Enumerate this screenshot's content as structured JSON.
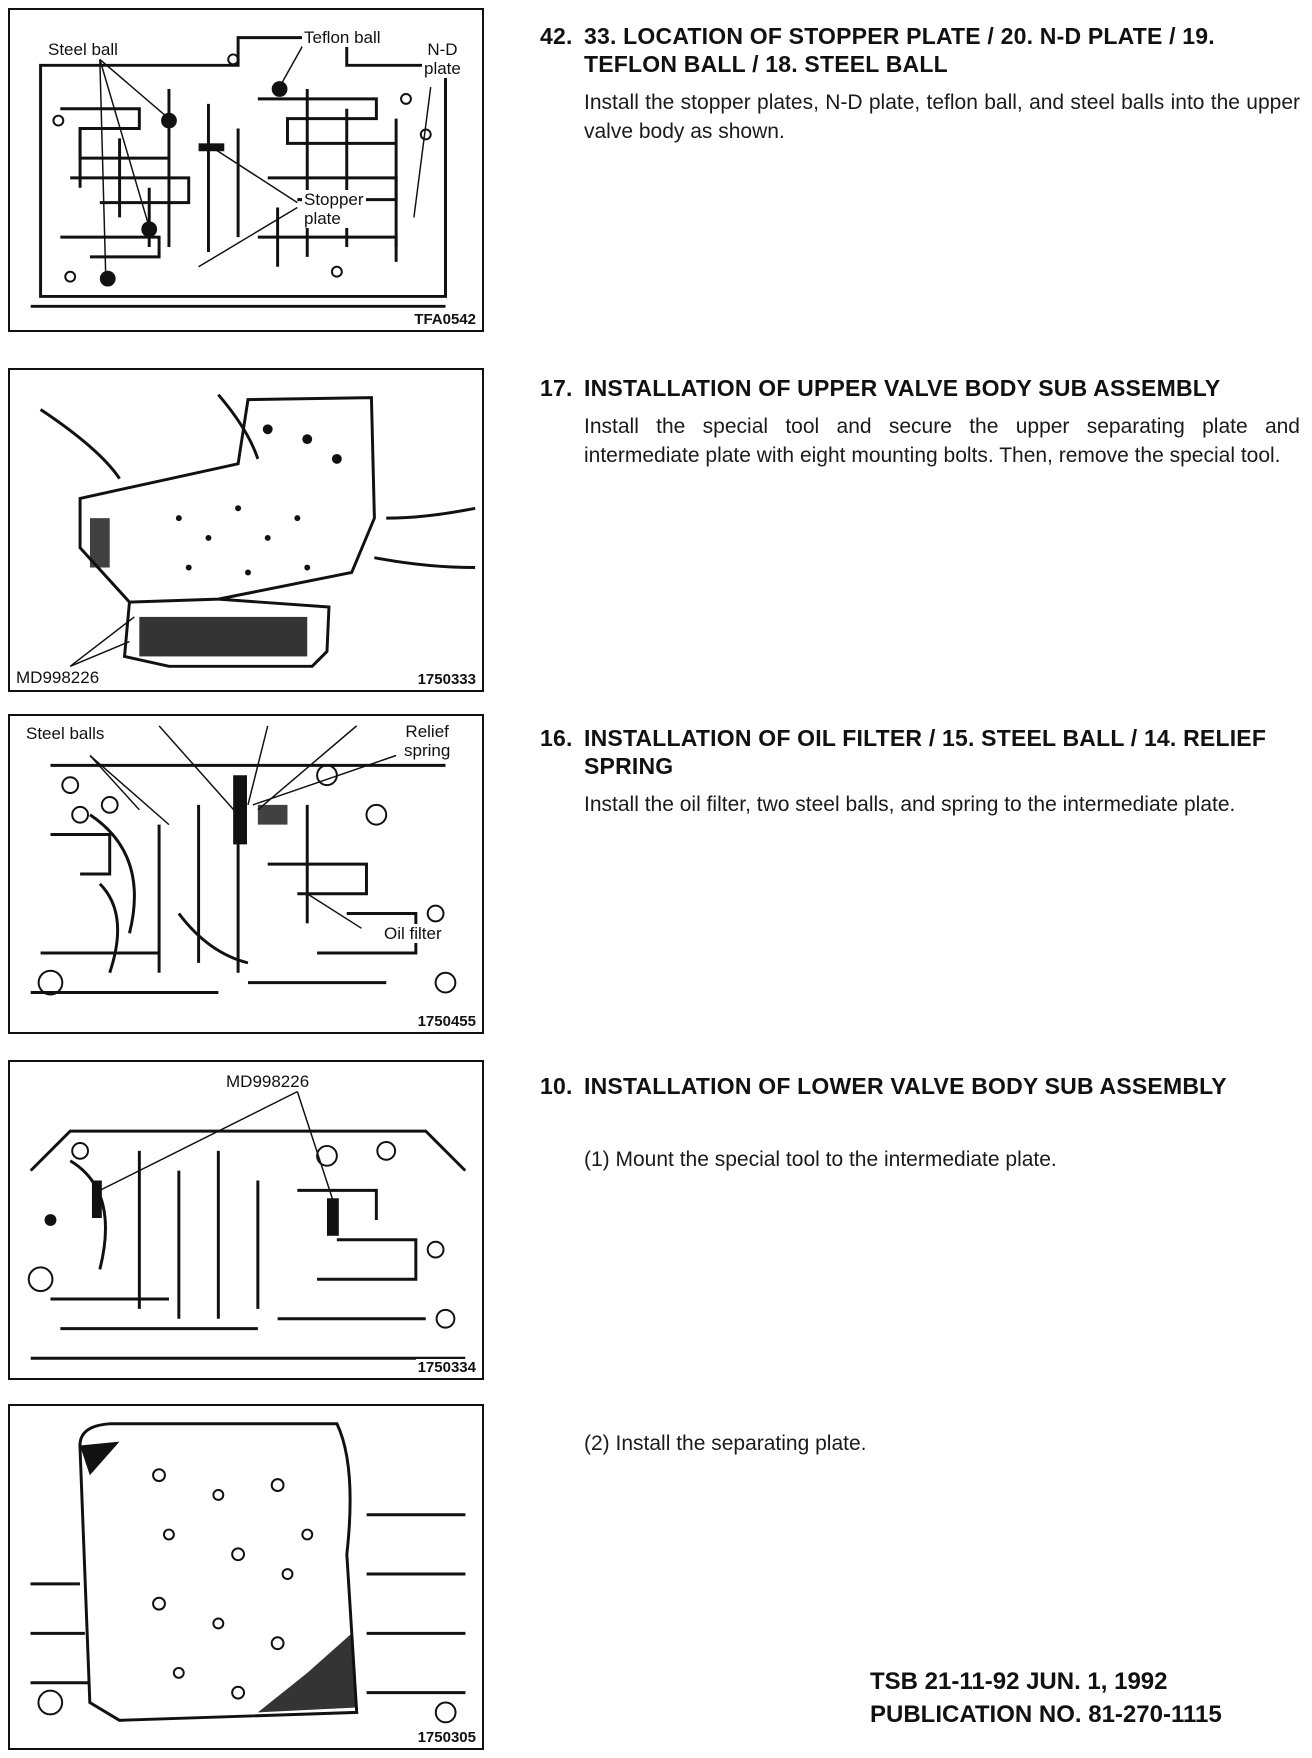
{
  "figures": [
    {
      "labels": {
        "steel_ball": "Steel ball",
        "teflon_ball": "Teflon ball",
        "nd_plate": "N-D\nplate",
        "stopper_plate": "Stopper\nplate"
      },
      "code": "TFA0542"
    },
    {
      "tool": "MD998226",
      "code": "1750333"
    },
    {
      "labels": {
        "steel_balls": "Steel balls",
        "relief_spring": "Relief\nspring",
        "oil_filter": "Oil filter"
      },
      "code": "1750455"
    },
    {
      "tool": "MD998226",
      "code": "1750334"
    },
    {
      "code": "1750305"
    }
  ],
  "sections": [
    {
      "num": "42.",
      "title": "33. LOCATION OF STOPPER PLATE / 20. N-D PLATE / 19. TEFLON BALL / 18. STEEL BALL",
      "body": "Install the stopper plates, N-D plate, teflon ball, and steel balls into the upper valve body as shown."
    },
    {
      "num": "17.",
      "title": "INSTALLATION OF UPPER VALVE BODY SUB ASSEMBLY",
      "body": "Install the special tool and secure the upper separating plate and intermediate plate with eight mounting bolts. Then, remove the special tool."
    },
    {
      "num": "16.",
      "title": "INSTALLATION OF OIL FILTER / 15. STEEL BALL / 14. RELIEF SPRING",
      "body": "Install the oil filter, two steel balls, and spring to the intermediate plate."
    },
    {
      "num": "10.",
      "title": "INSTALLATION OF LOWER VALVE BODY SUB ASSEMBLY",
      "body": ""
    }
  ],
  "steps": {
    "step1": "(1) Mount the special tool to the intermediate plate.",
    "step2": "(2) Install the separating plate."
  },
  "footer": {
    "tsb": "TSB 21-11-92  JUN. 1, 1992",
    "publication": "PUBLICATION NO. 81-270-1115"
  }
}
